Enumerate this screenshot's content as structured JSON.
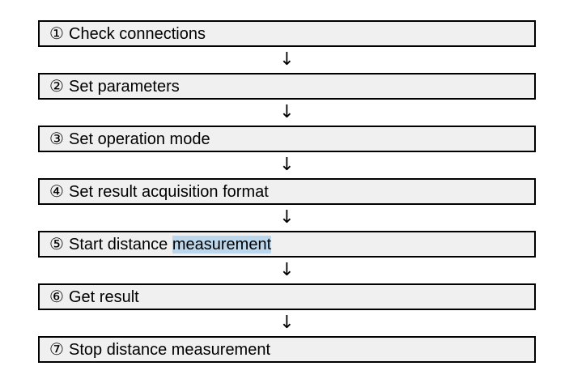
{
  "steps": [
    {
      "num": "①",
      "text": "Check connections"
    },
    {
      "num": "②",
      "text": "Set parameters"
    },
    {
      "num": "③",
      "text": "Set operation mode"
    },
    {
      "num": "④",
      "text": "Set result acquisition format"
    },
    {
      "num": "⑤",
      "text": "Start distance ",
      "highlight": "measurement"
    },
    {
      "num": "⑥",
      "text": "Get result"
    },
    {
      "num": "⑦",
      "text": "Stop distance measurement"
    }
  ],
  "arrow": "↓",
  "colors": {
    "box_fill": "#f0f0f0",
    "border": "#000000",
    "highlight": "#bcd7ec"
  }
}
